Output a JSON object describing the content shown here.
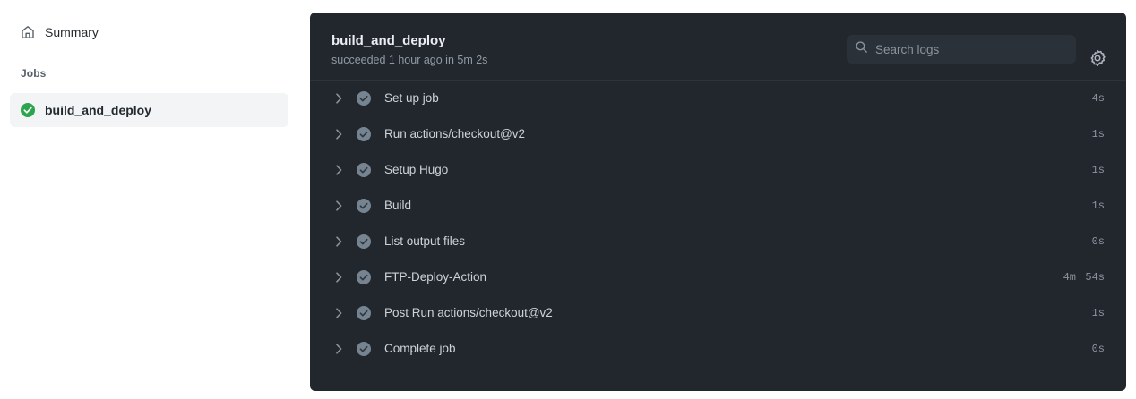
{
  "sidebar": {
    "summary": {
      "label": "Summary",
      "icon": "home-icon"
    },
    "jobs_heading": "Jobs",
    "jobs": [
      {
        "label": "build_and_deploy",
        "status": "success",
        "status_icon": "check-circle-fill-icon",
        "selected": true
      }
    ]
  },
  "log_panel": {
    "header": {
      "title": "build_and_deploy",
      "subtitle": "succeeded 1 hour ago in 5m 2s",
      "search": {
        "placeholder": "Search logs",
        "value": "",
        "icon": "search-icon"
      },
      "settings_icon": "gear-icon"
    },
    "steps": [
      {
        "name": "Set up job",
        "status": "success",
        "minutes": "",
        "seconds": "4s"
      },
      {
        "name": "Run actions/checkout@v2",
        "status": "success",
        "minutes": "",
        "seconds": "1s"
      },
      {
        "name": "Setup Hugo",
        "status": "success",
        "minutes": "",
        "seconds": "1s"
      },
      {
        "name": "Build",
        "status": "success",
        "minutes": "",
        "seconds": "1s"
      },
      {
        "name": "List output files",
        "status": "success",
        "minutes": "",
        "seconds": "0s"
      },
      {
        "name": "FTP-Deploy-Action",
        "status": "success",
        "minutes": "4m",
        "seconds": "54s"
      },
      {
        "name": "Post Run actions/checkout@v2",
        "status": "success",
        "minutes": "",
        "seconds": "1s"
      },
      {
        "name": "Complete job",
        "status": "success",
        "minutes": "",
        "seconds": "0s"
      }
    ]
  },
  "colors": {
    "page_background": "#ffffff",
    "panel_background": "#22272e",
    "panel_divider": "#2d333b",
    "search_background": "#2b3138",
    "success_green": "#2da44e",
    "step_status_gray": "#768390",
    "sidebar_selected": "#f2f4f6",
    "text_primary_dark": "#24292f",
    "text_primary_light": "#cdd3da",
    "text_muted": "#909aa4"
  }
}
